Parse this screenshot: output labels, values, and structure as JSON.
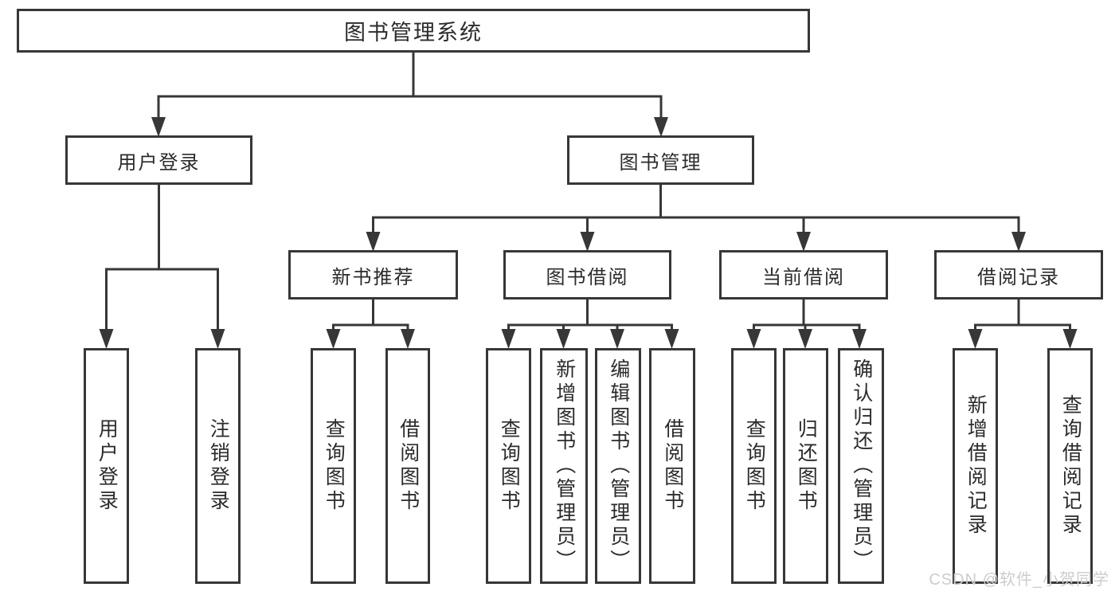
{
  "diagram": {
    "root": "图书管理系统",
    "branches": [
      {
        "label": "用户登录",
        "leaves": [
          "用户登录",
          "注销登录"
        ]
      },
      {
        "label": "图书管理",
        "sections": [
          {
            "label": "新书推荐",
            "leaves": [
              "查询图书",
              "借阅图书"
            ]
          },
          {
            "label": "图书借阅",
            "leaves": [
              "查询图书",
              "新增图书（管理员）",
              "编辑图书（管理员）",
              "借阅图书"
            ]
          },
          {
            "label": "当前借阅",
            "leaves": [
              "查询图书",
              "归还图书",
              "确认归还（管理员）"
            ]
          },
          {
            "label": "借阅记录",
            "leaves": [
              "新增借阅记录",
              "查询借阅记录"
            ]
          }
        ]
      }
    ]
  },
  "watermark": {
    "text": "CSDN @软件_小贺同学"
  },
  "colors": {
    "background": "#ffffff",
    "box_border": "#373737",
    "connector_line": "#373737",
    "text": "#2b2b2b",
    "watermark": "#cccccc"
  }
}
